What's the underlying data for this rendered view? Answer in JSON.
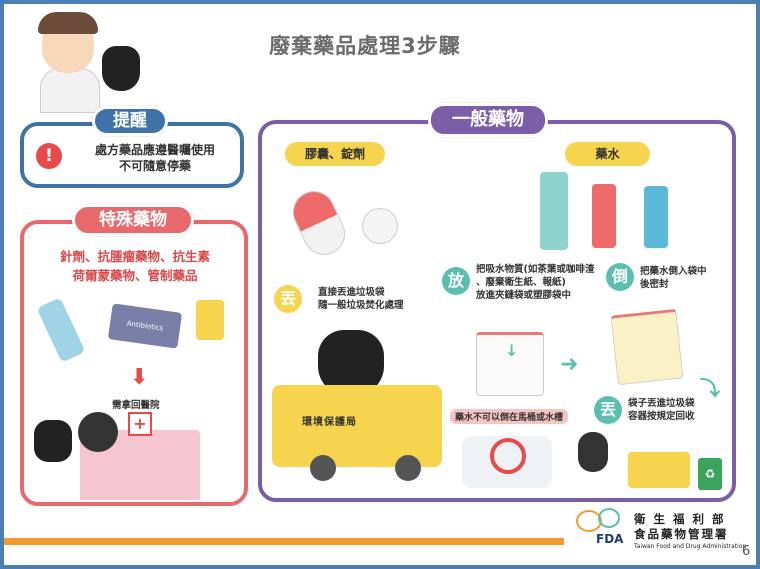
{
  "title": "廢棄藥品處理3步驟",
  "reminder": {
    "label": "提醒",
    "text_line1": "處方藥品應遵醫囑使用",
    "text_line2": "不可隨意停藥",
    "icon": "warning-icon"
  },
  "special": {
    "label": "特殊藥物",
    "line1": "針劑、抗腫瘤藥物、抗生素",
    "line2": "荷爾蒙藥物、管制藥品",
    "bottle_label": "Antibiotics",
    "action": "需拿回醫院"
  },
  "general": {
    "label": "一般藥物",
    "pills": {
      "label": "膠囊、錠劑",
      "step_icon": "丟",
      "step_line1": "直接丟進垃圾袋",
      "step_line2": "隨一般垃圾焚化處理",
      "truck_label": "環境保護局"
    },
    "liquid": {
      "label": "藥水",
      "step1": {
        "icon": "放",
        "line1": "把吸水物質(如茶葉或咖啡渣",
        "line2": "、廢棄衛生紙、報紙)",
        "line3": "放進夾鏈袋或塑膠袋中"
      },
      "step2": {
        "icon": "倒",
        "line1": "把藥水倒入袋中",
        "line2": "後密封"
      },
      "step3": {
        "icon": "丟",
        "line1": "袋子丟進垃圾袋",
        "line2": "容器按規定回收"
      },
      "warning": "藥水不可以倒在馬桶或水槽"
    }
  },
  "footer": {
    "org_line1": "衛 生 福 利 部",
    "org_line2": "食品藥物管理署",
    "org_en": "Taiwan Food and Drug Administration",
    "logo": "FDA",
    "page": "6"
  },
  "colors": {
    "blue": "#3f72a8",
    "red": "#e8696b",
    "purple": "#7b5ea7",
    "yellow": "#f6d44e",
    "teal": "#5bbfb0",
    "orange": "#f39a2d"
  }
}
